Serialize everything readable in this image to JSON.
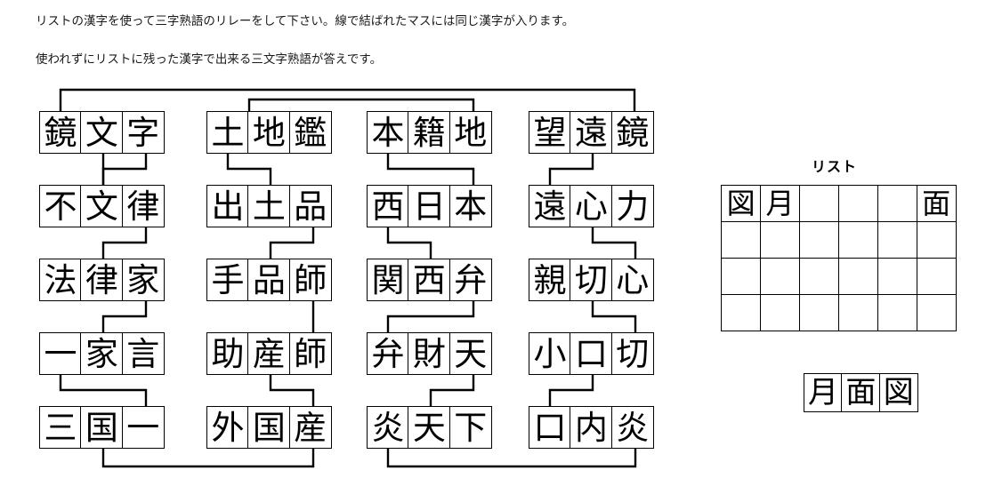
{
  "instructions": {
    "line1": "リストの漢字を使って三字熟語のリレーをして下さい。線で結ばれたマスには同じ漢字が入ります。",
    "line2": "使われずにリストに残った漢字で出来る三文字熟語が答えです。"
  },
  "puzzle": {
    "columns": [
      {
        "id": "column-1",
        "words": [
          {
            "row": 1,
            "text": "鏡文字",
            "chars": [
              "鏡",
              "文",
              "字"
            ]
          },
          {
            "row": 2,
            "text": "不文律",
            "chars": [
              "不",
              "文",
              "律"
            ]
          },
          {
            "row": 3,
            "text": "法律家",
            "chars": [
              "法",
              "律",
              "家"
            ]
          },
          {
            "row": 4,
            "text": "一家言",
            "chars": [
              "一",
              "家",
              "言"
            ]
          },
          {
            "row": 5,
            "text": "三国一",
            "chars": [
              "三",
              "国",
              "一"
            ]
          }
        ]
      },
      {
        "id": "column-2",
        "words": [
          {
            "row": 1,
            "text": "土地鑑",
            "chars": [
              "土",
              "地",
              "鑑"
            ]
          },
          {
            "row": 2,
            "text": "出土品",
            "chars": [
              "出",
              "土",
              "品"
            ]
          },
          {
            "row": 3,
            "text": "手品師",
            "chars": [
              "手",
              "品",
              "師"
            ]
          },
          {
            "row": 4,
            "text": "助産師",
            "chars": [
              "助",
              "産",
              "師"
            ]
          },
          {
            "row": 5,
            "text": "外国産",
            "chars": [
              "外",
              "国",
              "産"
            ]
          }
        ]
      },
      {
        "id": "column-3",
        "words": [
          {
            "row": 1,
            "text": "本籍地",
            "chars": [
              "本",
              "籍",
              "地"
            ]
          },
          {
            "row": 2,
            "text": "西日本",
            "chars": [
              "西",
              "日",
              "本"
            ]
          },
          {
            "row": 3,
            "text": "関西弁",
            "chars": [
              "関",
              "西",
              "弁"
            ]
          },
          {
            "row": 4,
            "text": "弁財天",
            "chars": [
              "弁",
              "財",
              "天"
            ]
          },
          {
            "row": 5,
            "text": "炎天下",
            "chars": [
              "炎",
              "天",
              "下"
            ]
          }
        ]
      },
      {
        "id": "column-4",
        "words": [
          {
            "row": 1,
            "text": "望遠鏡",
            "chars": [
              "望",
              "遠",
              "鏡"
            ]
          },
          {
            "row": 2,
            "text": "遠心力",
            "chars": [
              "遠",
              "心",
              "力"
            ]
          },
          {
            "row": 3,
            "text": "親切心",
            "chars": [
              "親",
              "切",
              "心"
            ]
          },
          {
            "row": 4,
            "text": "小口切",
            "chars": [
              "小",
              "口",
              "切"
            ]
          },
          {
            "row": 5,
            "text": "口内炎",
            "chars": [
              "口",
              "内",
              "炎"
            ]
          }
        ]
      }
    ],
    "links": [
      {
        "from": "c1r1x1",
        "to": "c4r1x3",
        "shared": "鏡"
      },
      {
        "from": "c2r1x2",
        "to": "c3r1x3",
        "shared": "地"
      },
      {
        "from": "c1r1x2",
        "to": "c1r2x2",
        "shared": "文"
      },
      {
        "from": "c1r2x3",
        "to": "c1r3x2",
        "shared": "律"
      },
      {
        "from": "c1r3x3",
        "to": "c1r4x2",
        "shared": "家"
      },
      {
        "from": "c1r4x1",
        "to": "c1r5x3",
        "shared": "一"
      },
      {
        "from": "c2r1x1",
        "to": "c2r2x2",
        "shared": "土"
      },
      {
        "from": "c2r2x3",
        "to": "c2r3x2",
        "shared": "品"
      },
      {
        "from": "c2r3x3",
        "to": "c2r4x3",
        "shared": "師"
      },
      {
        "from": "c2r4x2",
        "to": "c2r5x3",
        "shared": "産"
      },
      {
        "from": "c3r1x1",
        "to": "c3r2x3",
        "shared": "本"
      },
      {
        "from": "c3r2x1",
        "to": "c3r3x2",
        "shared": "西"
      },
      {
        "from": "c3r3x3",
        "to": "c3r4x1",
        "shared": "弁"
      },
      {
        "from": "c3r4x3",
        "to": "c3r5x2",
        "shared": "天"
      },
      {
        "from": "c4r1x2",
        "to": "c4r2x1",
        "shared": "遠"
      },
      {
        "from": "c4r2x2",
        "to": "c4r3x3",
        "shared": "心"
      },
      {
        "from": "c4r3x2",
        "to": "c4r4x3",
        "shared": "切"
      },
      {
        "from": "c4r4x2",
        "to": "c4r5x1",
        "shared": "口"
      },
      {
        "from": "c1r5x2",
        "to": "c2r5x2",
        "shared": "国"
      },
      {
        "from": "c3r5x1",
        "to": "c4r5x3",
        "shared": "炎"
      }
    ]
  },
  "list": {
    "title": "リスト",
    "rows": [
      [
        "図",
        "月",
        "",
        "",
        "",
        "面"
      ],
      [
        "",
        "",
        "",
        "",
        "",
        ""
      ],
      [
        "",
        "",
        "",
        "",
        "",
        ""
      ],
      [
        "",
        "",
        "",
        "",
        "",
        ""
      ]
    ]
  },
  "answer": {
    "chars": [
      "月",
      "面",
      "図"
    ],
    "text": "月面図"
  }
}
